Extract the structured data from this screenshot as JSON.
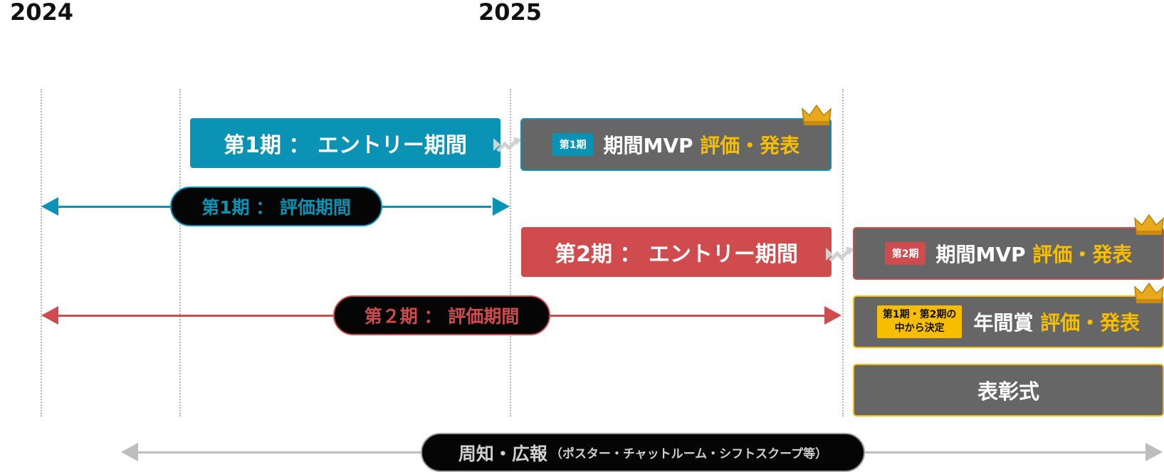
{
  "years": {
    "y2024": "2024",
    "y2025": "2025"
  },
  "period1": {
    "entry_label": "第1期 ： エントリー期間",
    "eval_label": "第1期 ： 評価期間",
    "mvp": {
      "tag": "第1期",
      "text": "期間MVP",
      "highlight": "評価・発表"
    }
  },
  "period2": {
    "entry_label": "第2期 ： エントリー期間",
    "eval_label": "第２期 ： 評価期間",
    "mvp": {
      "tag": "第2期",
      "text": "期間MVP",
      "highlight": "評価・発表"
    }
  },
  "annual": {
    "tag_line1": "第1期・第2期の",
    "tag_line2": "中から決定",
    "text": "年間賞",
    "highlight": "評価・発表"
  },
  "ceremony": "表彰式",
  "publicity": {
    "main": "周知・広報",
    "sub": "（ポスター・チャットルーム・シフトスクープ等）"
  },
  "colors": {
    "period1": "#0a93b4",
    "period2": "#d04b4d",
    "gold": "#f7be00",
    "mvp_bg": "#666666",
    "gray_arrow": "#bdbdbd"
  }
}
